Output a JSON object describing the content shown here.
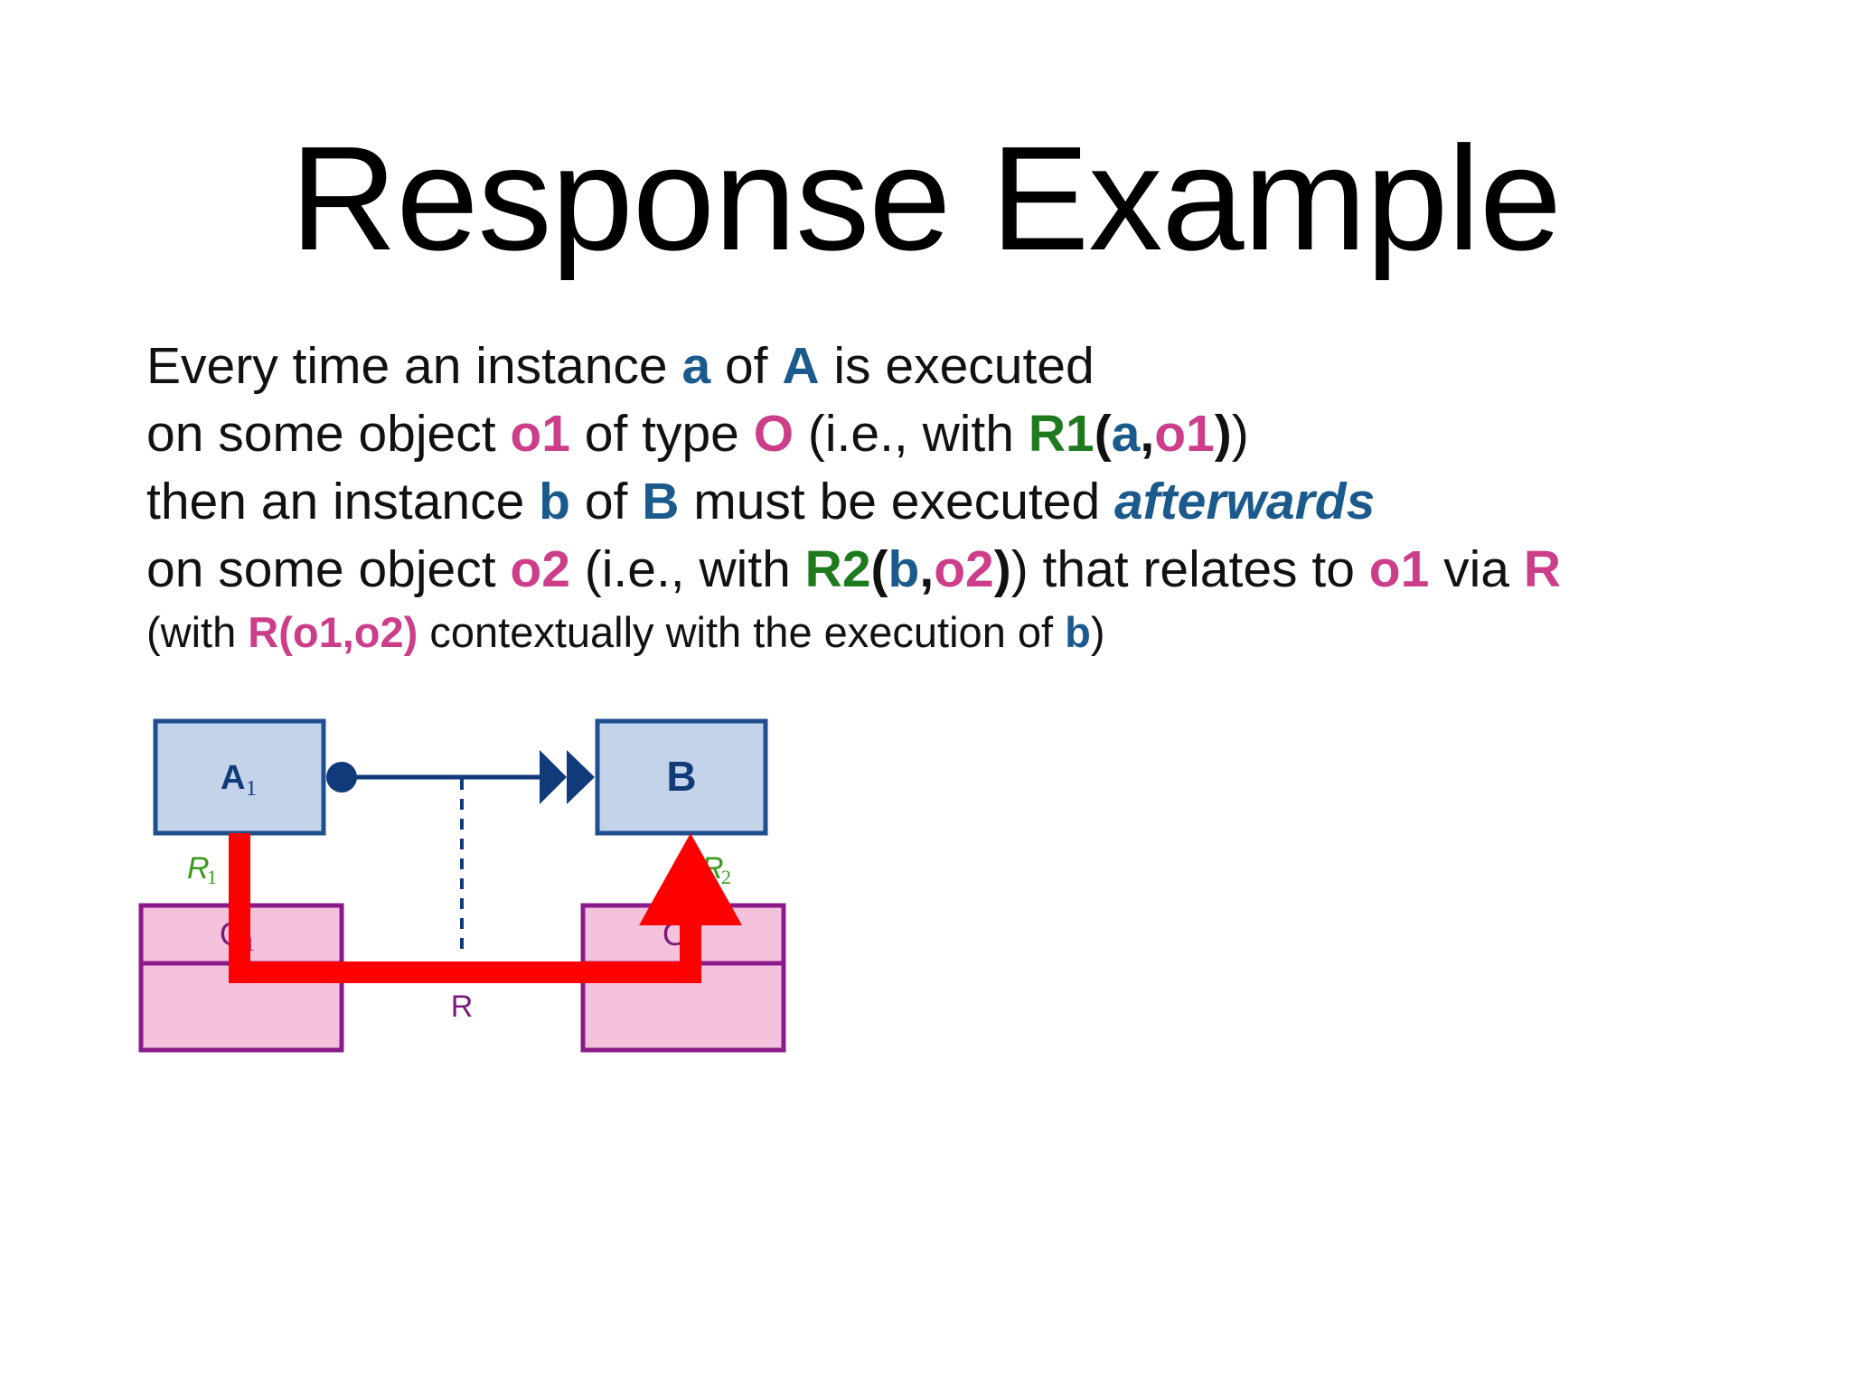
{
  "title": "Response Example",
  "sentence": {
    "line1": {
      "t1": "Every time an instance ",
      "a": "a",
      "t2": " of ",
      "A": "A",
      "t3": " is executed"
    },
    "line2": {
      "t1": "on some object ",
      "o1": "o1",
      "t2": " of type ",
      "O": "O",
      "t3": " (i.e., with ",
      "R1": "R1",
      "open": "(",
      "a": "a",
      "comma": ",",
      "o1b": "o1",
      "close": ")",
      "end": ")"
    },
    "line3": {
      "t1": "then an instance ",
      "b": "b",
      "t2": " of ",
      "B": "B",
      "t3": " must be executed ",
      "afterwards": "afterwards"
    },
    "line4": {
      "t1": "on some object ",
      "o2": "o2",
      "t2": " (i.e., with ",
      "R2": "R2",
      "open": "(",
      "b": "b",
      "comma": ",",
      "o2b": "o2",
      "close": ")",
      "t3": ") that relates to ",
      "o1": "o1",
      "t4": " via ",
      "R": "R"
    },
    "line5": {
      "t1": "(with ",
      "Ro1o2": "R(o1,o2)",
      "t2": " contextually with the execution of ",
      "b": "b",
      "end": ")"
    }
  },
  "diagram": {
    "activity_a": {
      "label": "A",
      "subscript": "1"
    },
    "activity_b": {
      "label": "B"
    },
    "relation_r1": {
      "label": "R",
      "subscript": "1"
    },
    "relation_r2": {
      "label": "R",
      "subscript": "2"
    },
    "class_o1": {
      "label": "O",
      "subscript": "1"
    },
    "class_o2": {
      "label": "O",
      "subscript": "2"
    },
    "relation_r": {
      "label": "R"
    },
    "colors": {
      "activity_fill": "#c3d3ea",
      "activity_stroke": "#1f4f8f",
      "activity_text": "#123a78",
      "class_fill": "#f5c2dd",
      "class_stroke": "#8a1a8a",
      "class_text": "#7a1a7a",
      "relation_green": "#3a9a1a",
      "connector": "#103a7a",
      "highlight": "#ff0000"
    }
  }
}
